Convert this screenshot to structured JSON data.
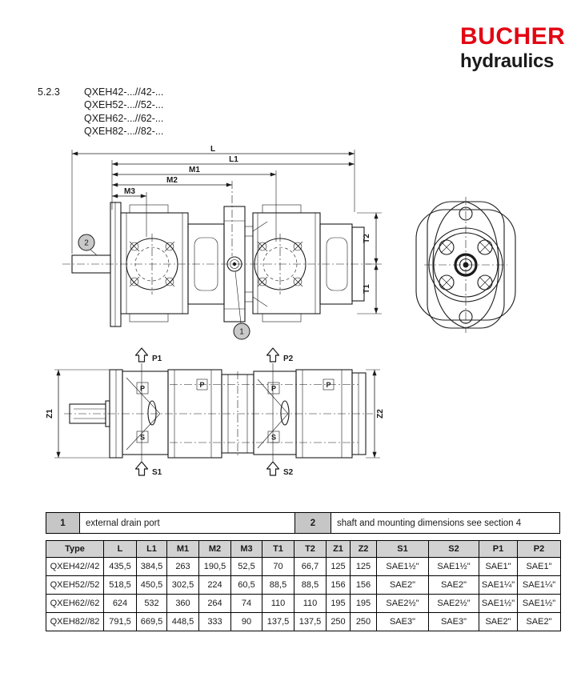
{
  "brand": {
    "name": "BUCHER",
    "sub": "hydraulics",
    "red": "#e30613"
  },
  "section": {
    "number": "5.2.3",
    "models": [
      "QXEH42-...//42-...",
      "QXEH52-...//52-...",
      "QXEH62-...//62-...",
      "QXEH82-...//82-..."
    ]
  },
  "drawing": {
    "dims": {
      "L": "L",
      "L1": "L1",
      "M1": "M1",
      "M2": "M2",
      "M3": "M3",
      "T1": "T1",
      "T2": "T2",
      "Z1": "Z1",
      "Z2": "Z2"
    },
    "ports": {
      "P1": "P1",
      "P2": "P2",
      "S1": "S1",
      "S2": "S2"
    },
    "letters": {
      "P": "P",
      "S": "S"
    },
    "balloons": {
      "drain": "1",
      "shaft": "2"
    }
  },
  "notes": {
    "items": [
      {
        "num": "1",
        "text": "external drain port"
      },
      {
        "num": "2",
        "text": "shaft and mounting dimensions see section 4"
      }
    ]
  },
  "table": {
    "header_bg": "#d2d2d2",
    "columns": [
      "Type",
      "L",
      "L1",
      "M1",
      "M2",
      "M3",
      "T1",
      "T2",
      "Z1",
      "Z2",
      "S1",
      "S2",
      "P1",
      "P2"
    ],
    "rows": [
      [
        "QXEH42//42",
        "435,5",
        "384,5",
        "263",
        "190,5",
        "52,5",
        "70",
        "66,7",
        "125",
        "125",
        "SAE1½\"",
        "SAE1½\"",
        "SAE1\"",
        "SAE1\""
      ],
      [
        "QXEH52//52",
        "518,5",
        "450,5",
        "302,5",
        "224",
        "60,5",
        "88,5",
        "88,5",
        "156",
        "156",
        "SAE2\"",
        "SAE2\"",
        "SAE1¼\"",
        "SAE1¼\""
      ],
      [
        "QXEH62//62",
        "624",
        "532",
        "360",
        "264",
        "74",
        "110",
        "110",
        "195",
        "195",
        "SAE2½\"",
        "SAE2½\"",
        "SAE1½\"",
        "SAE1½\""
      ],
      [
        "QXEH82//82",
        "791,5",
        "669,5",
        "448,5",
        "333",
        "90",
        "137,5",
        "137,5",
        "250",
        "250",
        "SAE3\"",
        "SAE3\"",
        "SAE2\"",
        "SAE2\""
      ]
    ]
  }
}
